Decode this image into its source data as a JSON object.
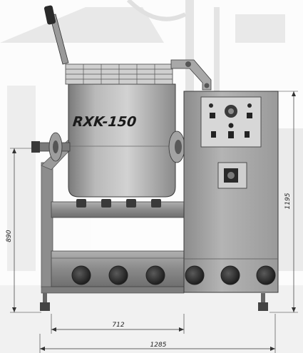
{
  "machine": {
    "model_label": "RXK-150"
  },
  "dimensions": {
    "working_height": "890",
    "total_height": "1195",
    "tank_width": "712",
    "total_width": "1285"
  }
}
